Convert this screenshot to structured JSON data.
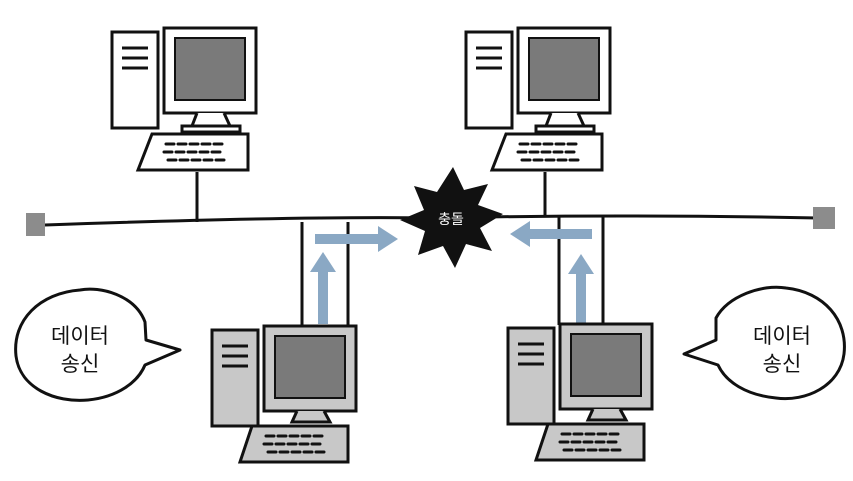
{
  "diagram": {
    "collision_label": "충돌",
    "left_bubble": {
      "line1": "데이터",
      "line2": "송신"
    },
    "right_bubble": {
      "line1": "데이터",
      "line2": "송신"
    },
    "nodes": [
      {
        "id": "computer-top-left",
        "state": "idle"
      },
      {
        "id": "computer-top-right",
        "state": "idle"
      },
      {
        "id": "computer-bottom-left",
        "state": "sending"
      },
      {
        "id": "computer-bottom-right",
        "state": "sending"
      }
    ]
  },
  "colors": {
    "line": "#111111",
    "screen": "#7a7a7a",
    "terminator": "#8c8c8c",
    "arrow": "#8aa8c4",
    "sending_fill": "#c8c8c8",
    "idle_fill": "#ffffff",
    "burst": "#111111"
  }
}
